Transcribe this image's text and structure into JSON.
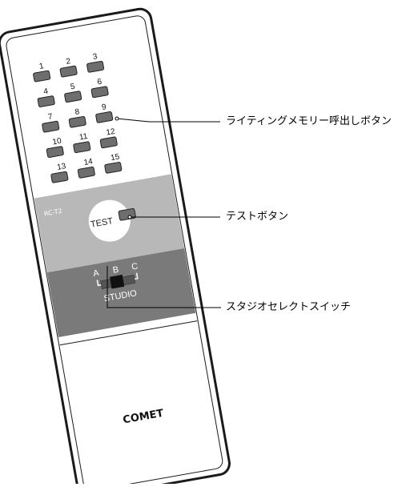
{
  "remote": {
    "model": "RC-T2",
    "brand": "COMET",
    "memory_buttons": [
      "1",
      "2",
      "3",
      "4",
      "5",
      "6",
      "7",
      "8",
      "9",
      "10",
      "11",
      "12",
      "13",
      "14",
      "15"
    ],
    "test_label": "TEST",
    "studio_label": "STUDIO",
    "studio_positions": [
      "A",
      "B",
      "C"
    ],
    "selected_position": "B",
    "colors": {
      "body": "#ffffff",
      "outline": "#1a1a1a",
      "button": "#6e6e6e",
      "test_panel": "#b8b8b8",
      "studio_panel": "#7a7a7a",
      "switch_knob": "#111111"
    }
  },
  "callouts": {
    "memory_recall": "ライティングメモリー呼出しボタン",
    "test_button": "テストボタン",
    "studio_switch": "スタジオセレクトスイッチ"
  }
}
